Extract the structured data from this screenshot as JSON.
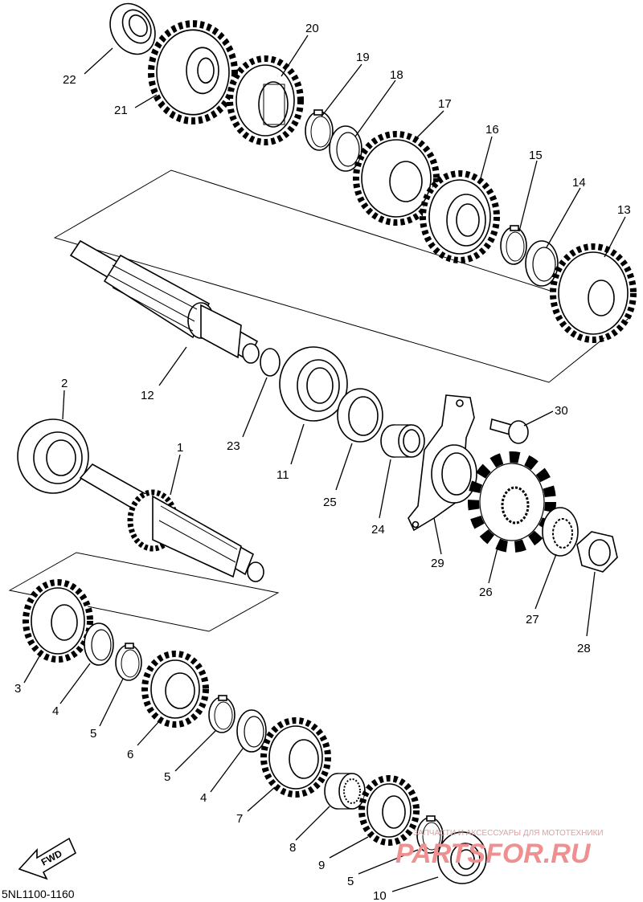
{
  "diagram": {
    "drawing_code": "5NL1100-1160",
    "fwd_label": "FWD",
    "watermark_small": "ЗАПЧАСТИ И АКСЕССУАРЫ ДЛЯ МОТОТЕХНИКИ",
    "watermark_big": "PARTSFOR.RU",
    "callouts": [
      "22",
      "21",
      "20",
      "19",
      "18",
      "17",
      "16",
      "15",
      "14",
      "13",
      "12",
      "23",
      "11",
      "25",
      "24",
      "30",
      "29",
      "26",
      "27",
      "28",
      "2",
      "1",
      "3",
      "4",
      "5",
      "6",
      "5",
      "4",
      "7",
      "8",
      "9",
      "5",
      "10"
    ]
  }
}
